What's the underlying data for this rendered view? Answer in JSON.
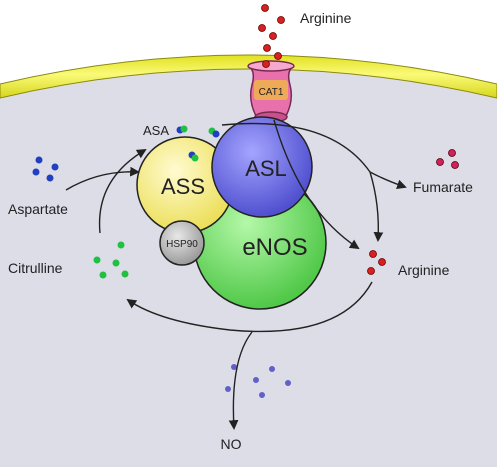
{
  "labels": {
    "arginine_outside": "Arginine",
    "arginine_inside": "Arginine",
    "transporter": "CAT1",
    "asa": "ASA",
    "ass": "ASS",
    "asl": "ASL",
    "enos": "eNOS",
    "hsp90": "HSP90",
    "aspartate": "Aspartate",
    "citrulline": "Citrulline",
    "fumarate": "Fumarate",
    "no": "NO"
  },
  "colors": {
    "extracellular": "#ffffff",
    "cytoplasm": "#dddde8",
    "membrane": "#f2f23a",
    "transporter": "#e870ac",
    "transporter_core": "#f0b050",
    "ass": "#f4ef86",
    "asl": "#7070e0",
    "enos": "#7ce070",
    "hsp90": "#bdbdbd",
    "arginine_dot": "#d82020",
    "aspartate_dot": "#2040c0",
    "citrulline_dot": "#20c040",
    "fumarate_dot": "#d02060",
    "no_dot": "#6060c8"
  }
}
